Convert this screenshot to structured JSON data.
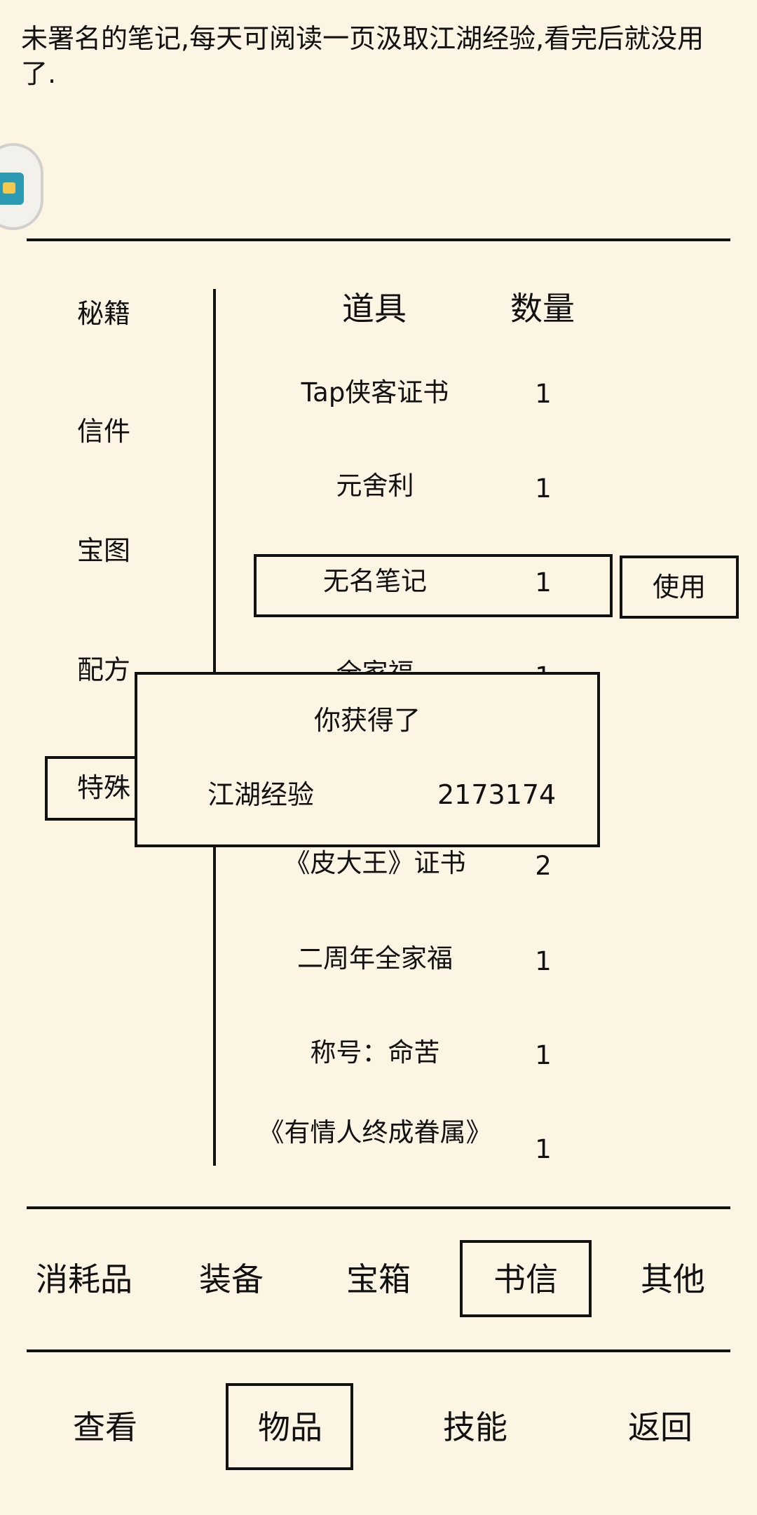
{
  "description": "未署名的笔记,每天可阅读一页汲取江湖经验,看完后就没用了.",
  "categories": [
    "秘籍",
    "信件",
    "宝图",
    "配方",
    "特殊"
  ],
  "selected_category": "特殊",
  "table": {
    "headers": {
      "item": "道具",
      "quantity": "数量"
    },
    "rows": [
      {
        "name": "Tap侠客证书",
        "qty": "1"
      },
      {
        "name": "元舍利",
        "qty": "1"
      },
      {
        "name": "无名笔记",
        "qty": "1"
      },
      {
        "name": "全家福",
        "qty": "1"
      },
      {
        "name": "",
        "qty": ""
      },
      {
        "name": "《皮大王》证书",
        "qty": "2"
      },
      {
        "name": "二周年全家福",
        "qty": "1"
      },
      {
        "name": "称号：命苦",
        "qty": "1"
      },
      {
        "name": "《有情人终成眷属》",
        "qty": "1"
      }
    ],
    "selected_row": "无名笔记",
    "use_button": "使用"
  },
  "dialog": {
    "title": "你获得了",
    "reward_name": "江湖经验",
    "reward_value": "2173174"
  },
  "item_tabs": [
    "消耗品",
    "装备",
    "宝箱",
    "书信",
    "其他"
  ],
  "selected_item_tab": "书信",
  "nav_tabs": [
    "查看",
    "物品",
    "技能",
    "返回"
  ],
  "selected_nav_tab": "物品",
  "colors": {
    "background": "#fdf5e4",
    "ink": "#111111"
  },
  "icons": {
    "floating_button": "taptap-logo-icon"
  }
}
